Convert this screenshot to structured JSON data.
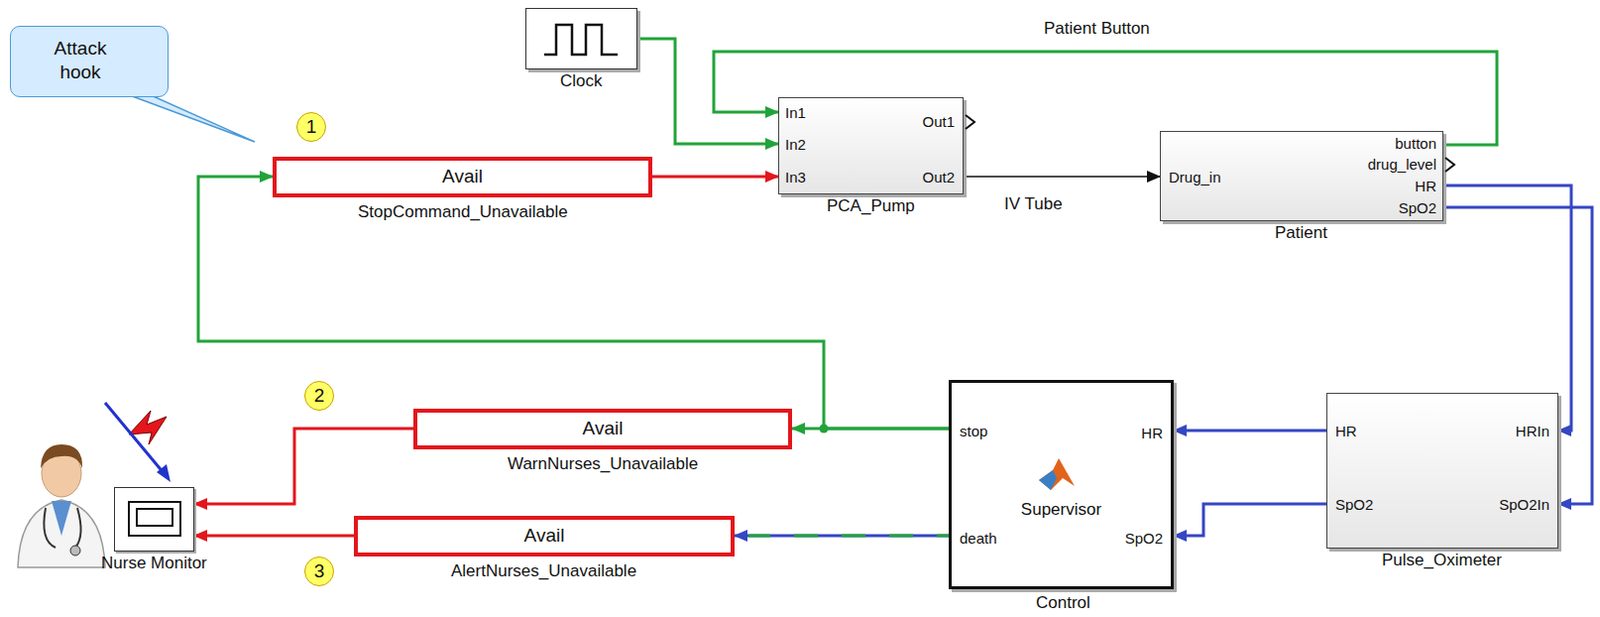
{
  "diagram": {
    "nodes": [
      {
        "text": [
          "Attack hook"
        ]
      },
      {
        "text": [
          "Clock"
        ]
      },
      {
        "text": [
          "In1",
          "In2",
          "In3",
          "Out1",
          "Out2",
          "PCA_Pump"
        ]
      },
      {
        "text": [
          "Drug_in",
          "button",
          "drug_level",
          "HR",
          "SpO2",
          "Patient"
        ]
      },
      {
        "text": [
          "Avail",
          "StopCommand_Unavailable"
        ]
      },
      {
        "text": [
          "Avail",
          "WarnNurses_Unavailable"
        ]
      },
      {
        "text": [
          "stop",
          "death",
          "Supervisor",
          "HR",
          "SpO2",
          "Control"
        ]
      },
      {
        "text": [
          "HR",
          "SpO2",
          "HRIn",
          "SpO2In",
          "Pulse_Oximeter"
        ]
      },
      {
        "text": [
          "Nurse Monitor"
        ]
      },
      {
        "text": [
          "Avail",
          "AlertNurses_Unavailable"
        ]
      }
    ],
    "edges": [
      {
        "from": 1,
        "to": 2,
        "arrow": "to"
      },
      {
        "from": 3,
        "to": 2,
        "label": "Patient Button",
        "arrow": "to"
      },
      {
        "from": 4,
        "to": 2,
        "arrow": "to"
      },
      {
        "from": 2,
        "to": 3,
        "label": "IV Tube",
        "arrow": "to"
      },
      {
        "from": 3,
        "to": 7,
        "arrow": "to"
      },
      {
        "from": 3,
        "to": 7,
        "arrow": "to"
      },
      {
        "from": 7,
        "to": 6,
        "arrow": "to"
      },
      {
        "from": 7,
        "to": 6,
        "arrow": "to"
      },
      {
        "from": 6,
        "to": 5,
        "arrow": "to"
      },
      {
        "from": 6,
        "to": 4,
        "arrow": "to"
      },
      {
        "from": 6,
        "to": 9,
        "arrow": "to"
      },
      {
        "from": 5,
        "to": 8,
        "arrow": "to"
      },
      {
        "from": 9,
        "to": 8,
        "arrow": "to"
      }
    ],
    "labels": [
      "1",
      "2",
      "3"
    ]
  }
}
